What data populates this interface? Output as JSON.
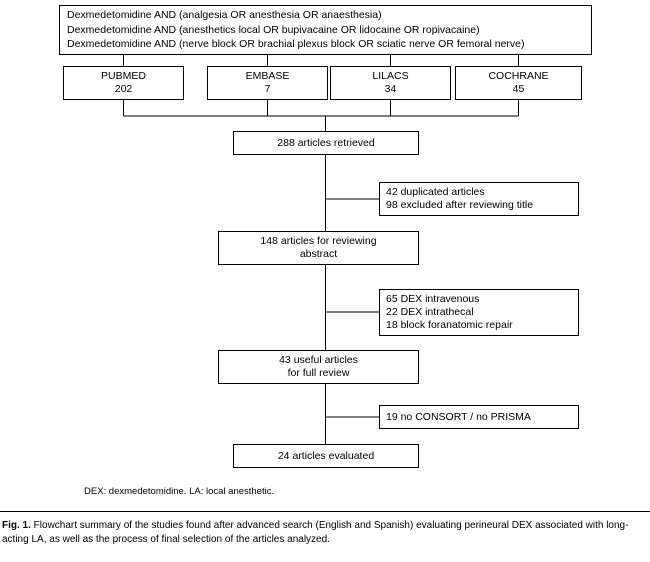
{
  "query_box": {
    "lines": [
      "Dexmedetomidine AND (analgesia OR anesthesia OR anaesthesia)",
      "Dexmedetomidine AND (anesthetics local OR bupivacaine OR lidocaine OR ropivacaine)",
      "Dexmedetomidine AND (nerve block OR brachial plexus block OR sciatic nerve OR femoral nerve)"
    ]
  },
  "databases": [
    {
      "name": "PUBMED",
      "count": "202"
    },
    {
      "name": "EMBASE",
      "count": "7"
    },
    {
      "name": "LILACS",
      "count": "34"
    },
    {
      "name": "COCHRANE",
      "count": "45"
    }
  ],
  "flow": {
    "retrieved": {
      "lines": [
        "288 articles retrieved"
      ]
    },
    "abstract": {
      "lines": [
        "148 articles for reviewing",
        "abstract"
      ]
    },
    "useful": {
      "lines": [
        "43 useful articles",
        "for full review"
      ]
    },
    "evaluated": {
      "lines": [
        "24 articles evaluated"
      ]
    }
  },
  "exclusions": [
    {
      "lines": [
        "42 duplicated articles",
        "98 excluded after reviewing title"
      ]
    },
    {
      "lines": [
        "65 DEX intravenous",
        "22 DEX intrathecal",
        "18 block foranatomic repair"
      ]
    },
    {
      "lines": [
        "19 no CONSORT / no PRISMA"
      ]
    }
  ],
  "footnote": "DEX: dexmedetomidine. LA: local anesthetic.",
  "caption": {
    "label": "Fig. 1.",
    "text": " Flowchart summary of the studies found after advanced search (English and Spanish) evaluating perineural DEX associated with long-acting LA, as well as the process of final selection of the articles analyzed."
  }
}
